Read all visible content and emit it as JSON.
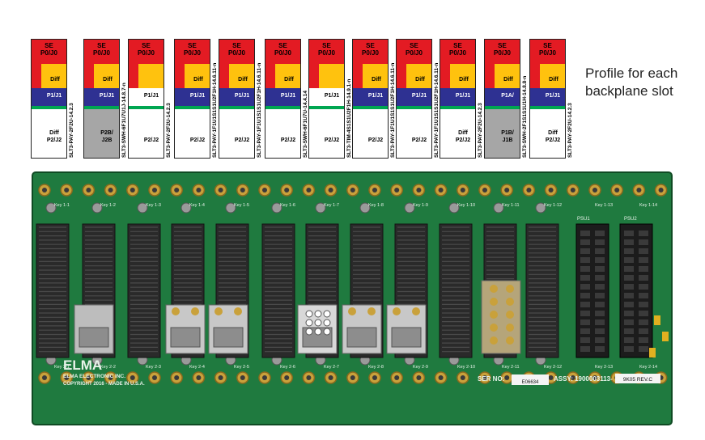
{
  "caption": "Profile for each backplane slot",
  "profiles": [
    {
      "top": "SE",
      "top2": "P0/J0",
      "mid": "Diff",
      "p1": "P1/J1",
      "bot": "Diff",
      "bot2": "P2/J2",
      "part": "SLT3-PAY-2F2U-14.2.3"
    },
    {
      "top": "SE",
      "top2": "P0/J0",
      "mid": "Diff",
      "p1": "P1/J1",
      "bot": "P2B/",
      "bot2": "J2B",
      "part": "SLT3-SWH-6F1U7U1J-14.8.7-n"
    },
    {
      "top": "SE",
      "top2": "P0/J0",
      "mid": "",
      "p1": "P1/J1",
      "bot": "",
      "bot2": "P2/J2",
      "part": "SLT3-PAY-2F2U-14.2.3"
    },
    {
      "top": "SE",
      "top2": "P0/J0",
      "mid": "Diff",
      "p1": "P1/J1",
      "bot": "",
      "bot2": "P2/J2",
      "part": "SLT3-PAY-1F1U1S1S1U2F1H-14.6.11-n"
    },
    {
      "top": "SE",
      "top2": "P0/J0",
      "mid": "Diff",
      "p1": "P1/J1",
      "bot": "",
      "bot2": "P2/J2",
      "part": "SLT3-PAY-1F1U1S1S1U2F1H-14.6.11-n"
    },
    {
      "top": "SE",
      "top2": "P0/J0",
      "mid": "Diff",
      "p1": "P1/J1",
      "bot": "",
      "bot2": "P2/J2",
      "part": "SLT3-SWH-6F1U7U-14.4.14"
    },
    {
      "top": "SE",
      "top2": "P0/J0",
      "mid": "",
      "p1": "P1/J1",
      "bot": "",
      "bot2": "P2/J2",
      "part": "SLT3-TIM-4S1S1U2F1H-14.9.1-n"
    },
    {
      "top": "SE",
      "top2": "P0/J0",
      "mid": "Diff",
      "p1": "P1/J1",
      "bot": "",
      "bot2": "P2/J2",
      "part": "SLT3-PAY-1F1U1S1S1U2F1H-14.6.11-n"
    },
    {
      "top": "SE",
      "top2": "P0/J0",
      "mid": "Diff",
      "p1": "P1/J1",
      "bot": "",
      "bot2": "P2/J2",
      "part": "SLT3-PAY-1F1U1S1S1U2F1H-14.6.11-n"
    },
    {
      "top": "SE",
      "top2": "P0/J0",
      "mid": "Diff",
      "p1": "P1/J1",
      "bot": "Diff",
      "bot2": "P2/J2",
      "part": "SLT3-PAY-2F2U-14.2.3"
    },
    {
      "top": "SE",
      "top2": "P0/J0",
      "mid": "Diff",
      "p1": "P1A/",
      "bot": "P1B/",
      "bot2": "J1B",
      "part": "SLT3-SWH-2F1S1S1U1H-14.8.8-n"
    },
    {
      "top": "SE",
      "top2": "P0/J0",
      "mid": "Diff",
      "p1": "P1/J1",
      "bot": "Diff",
      "bot2": "P2/J2",
      "part": "SLT3-PAY-2F2U-14.2.3"
    }
  ],
  "board": {
    "logo": "ELMA",
    "company": "ELMA ELECTRONIC INC.",
    "copyright": "COPYRIGHT 2016 - MADE IN U.S.A.",
    "ser_label": "SER NO:",
    "assy": "ASSY: 1900003113-",
    "rev": "9K05 REV.C",
    "barcode": "E06634",
    "psu": [
      "PSU1",
      "PSU2"
    ],
    "keys_top": [
      "Key 1-1",
      "Key 1-2",
      "Key 1-3",
      "Key 1-4",
      "Key 1-5",
      "Key 1-6",
      "Key 1-7",
      "Key 1-8",
      "Key 1-9",
      "Key 1-10",
      "Key 1-11",
      "Key 1-12",
      "Key 1-13",
      "Key 1-14"
    ],
    "keys_bottom": [
      "Key 2-1",
      "Key 2-2",
      "Key 2-3",
      "Key 2-4",
      "Key 2-5",
      "Key 2-6",
      "Key 2-7",
      "Key 2-8",
      "Key 2-9",
      "Key 2-10",
      "Key 2-11",
      "Key 2-12",
      "Key 2-13",
      "Key 2-14"
    ]
  },
  "colors": {
    "pcb": "#1f7a3f",
    "pcb_dark": "#155e2e",
    "red": "#e31b23",
    "yellow": "#ffc20e",
    "blue": "#2e3192",
    "green": "#00a651",
    "gold": "#c9a13b"
  }
}
